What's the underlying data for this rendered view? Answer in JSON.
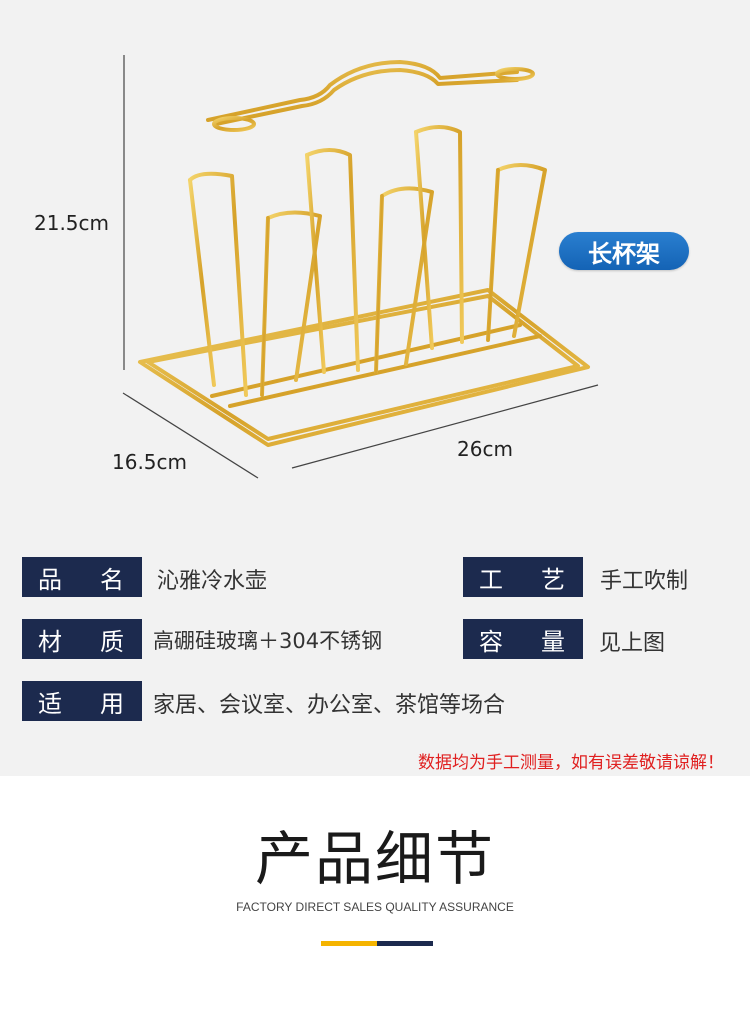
{
  "dimensions": {
    "height": "21.5cm",
    "depth": "16.5cm",
    "width": "26cm"
  },
  "product_tag": "长杯架",
  "specs": [
    {
      "label_a": "品",
      "label_b": "名",
      "value": "沁雅冷水壶"
    },
    {
      "label_a": "工",
      "label_b": "艺",
      "value": "手工吹制"
    },
    {
      "label_a": "材",
      "label_b": "质",
      "value": "高硼硅玻璃＋304不锈钢"
    },
    {
      "label_a": "容",
      "label_b": "量",
      "value": "见上图"
    },
    {
      "label_a": "适",
      "label_b": "用",
      "value": "家居、会议室、办公室、茶馆等场合"
    }
  ],
  "note": "数据均为手工测量，如有误差敬请谅解！",
  "section": {
    "title": "产品细节",
    "subtitle": "FACTORY DIRECT SALES QUALITY ASSURANCE"
  },
  "colors": {
    "label_bg": "#1c2a4e",
    "accent_yellow": "#f5b400",
    "tag_blue": "#1463b5",
    "note_red": "#e02020",
    "gold": "#d9a92a"
  }
}
